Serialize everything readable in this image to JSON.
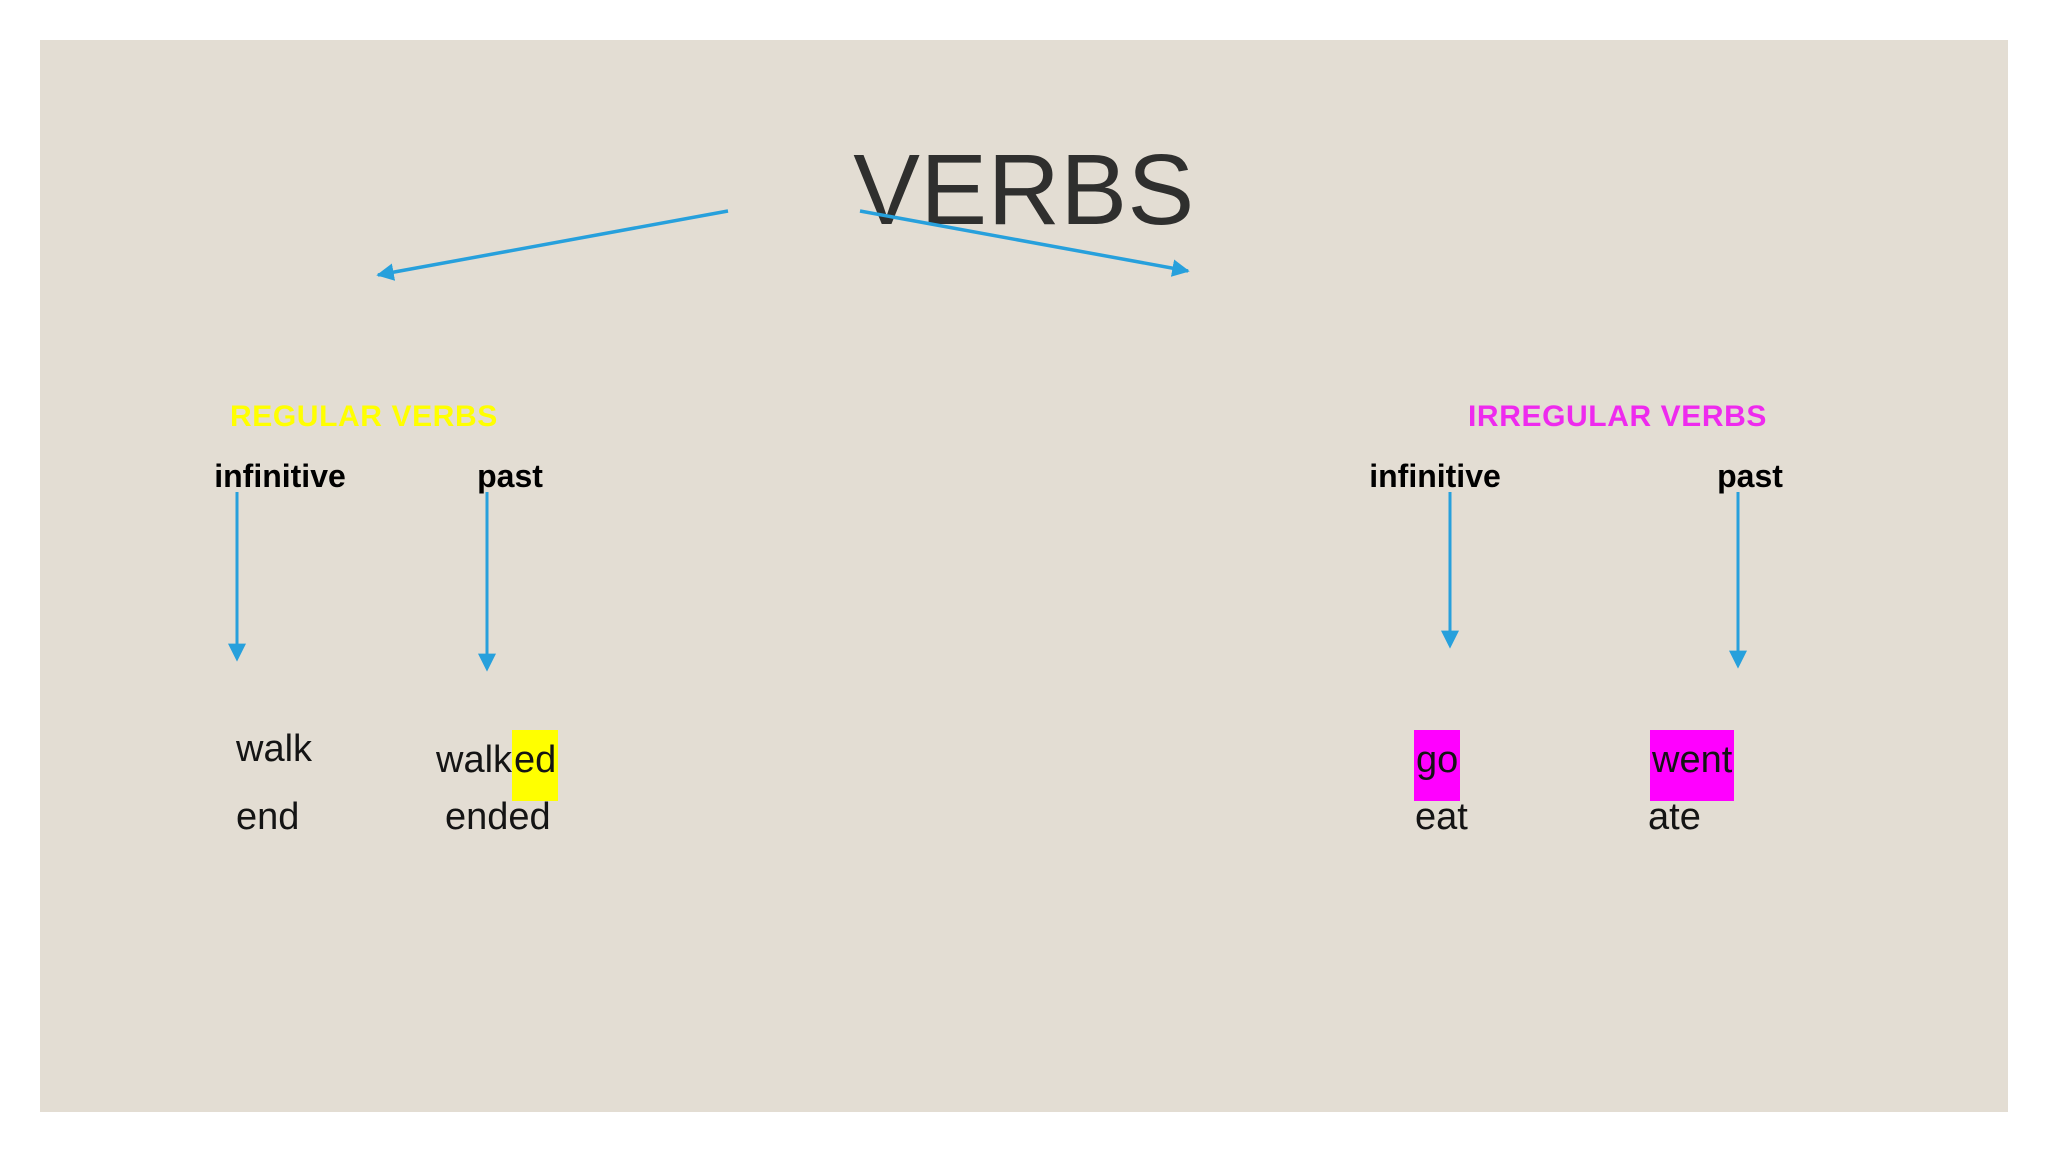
{
  "slide": {
    "title": "VERBS",
    "background_color": "#e3ddd3",
    "page_background": "#ffffff",
    "title_color": "#2f2f2e",
    "arrow_color": "#27a0dc"
  },
  "sections": [
    {
      "id": "regular",
      "heading": "REGULAR VERBS",
      "heading_color": "#ffff00",
      "columns": [
        {
          "label": "infinitive"
        },
        {
          "label": "past"
        }
      ],
      "rows": [
        {
          "infinitive": {
            "text": "walk",
            "highlight": "none"
          },
          "past": {
            "stem": "walk",
            "suffix": "ed",
            "highlight": "#ffff00"
          }
        },
        {
          "infinitive": {
            "text": "end",
            "highlight": "none"
          },
          "past": {
            "stem": "ended",
            "suffix": "",
            "highlight": "none"
          }
        }
      ]
    },
    {
      "id": "irregular",
      "heading": "IRREGULAR VERBS",
      "heading_color": "#ee2aee",
      "columns": [
        {
          "label": "infinitive"
        },
        {
          "label": "past"
        }
      ],
      "rows": [
        {
          "infinitive": {
            "text": "go",
            "highlight": "#ff00ff"
          },
          "past": {
            "text": "went",
            "highlight": "#ff00ff"
          }
        },
        {
          "infinitive": {
            "text": "eat",
            "highlight": "none"
          },
          "past": {
            "text": "ate",
            "highlight": "none"
          }
        }
      ]
    }
  ],
  "arrows": {
    "title_to_regular": {
      "direction": "down-left",
      "color": "#27a0dc"
    },
    "title_to_irregular": {
      "direction": "down-right",
      "color": "#27a0dc"
    },
    "regular_infinitive_down": {
      "direction": "down",
      "color": "#27a0dc"
    },
    "regular_past_down": {
      "direction": "down",
      "color": "#27a0dc"
    },
    "irregular_infinitive_down": {
      "direction": "down",
      "color": "#27a0dc"
    },
    "irregular_past_down": {
      "direction": "down",
      "color": "#27a0dc"
    }
  }
}
